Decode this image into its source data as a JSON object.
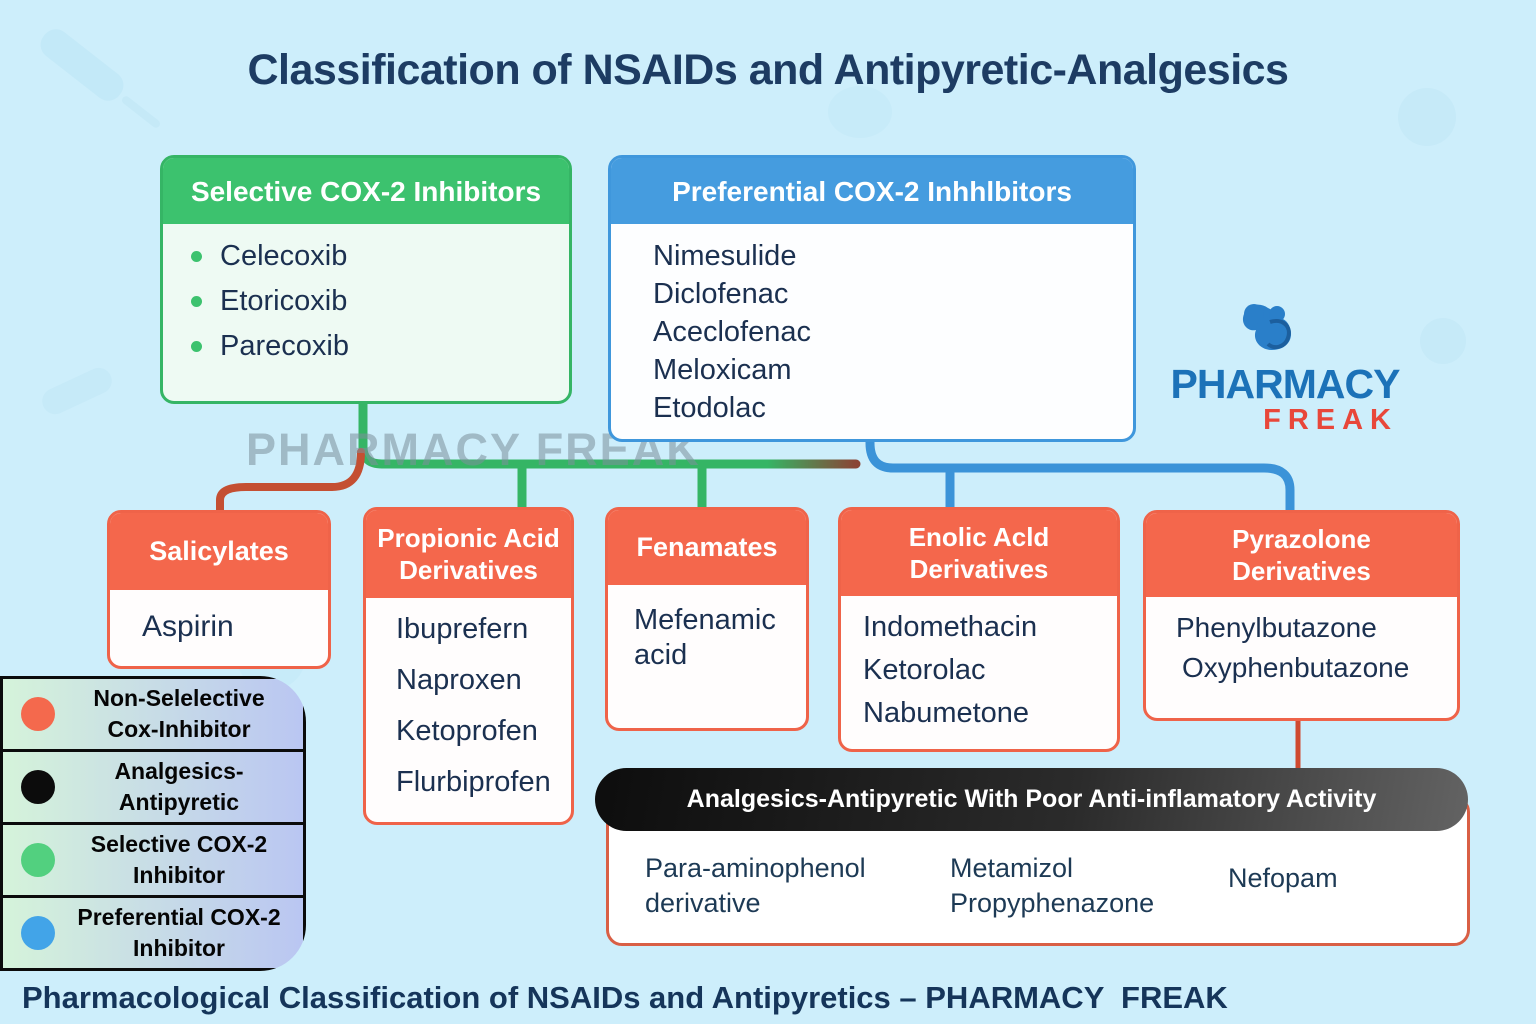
{
  "title": "Classification of NSAIDs and Antipyretic-Analgesics",
  "watermark_text": "PHARMACY FREAK",
  "logo": {
    "name": "PHARMACY",
    "sub": "FREAK"
  },
  "selective_box": {
    "header": "Selective COX-2 Inhibitors",
    "items": [
      "Celecoxib",
      "Etoricoxib",
      "Parecoxib"
    ]
  },
  "preferential_box": {
    "header": "Preferential COX-2 Inhhlbitors",
    "items": [
      "Nimesulide",
      "Diclofenac",
      "Aceclofenac",
      "Meloxicam",
      "Etodolac"
    ]
  },
  "class_boxes": [
    {
      "header": "Salicylates",
      "items": [
        "Aspirin"
      ]
    },
    {
      "header": "Propionic Acid Derivatives",
      "items": [
        "Ibuprefern",
        "Naproxen",
        "Ketoprofen",
        "Flurbiprofen"
      ]
    },
    {
      "header": "Fenamates",
      "items": [
        "Mefenamic acid"
      ]
    },
    {
      "header": "Enolic Acld Derivatives",
      "items": [
        "Indomethacin",
        "Ketorolac",
        "Nabumetone"
      ]
    },
    {
      "header": "Pyrazolone Derivatives",
      "items": [
        "Phenylbutazone",
        "Oxyphenbutazone"
      ]
    }
  ],
  "legend": {
    "items": [
      {
        "color": "#f4694d",
        "lines": [
          "Non-Selelective",
          "Cox-Inhibitor"
        ]
      },
      {
        "color": "#0c0c0c",
        "lines": [
          "Analgesics-",
          "Antipyretic"
        ]
      },
      {
        "color": "#52d07f",
        "lines": [
          "Selective COX-2",
          "Inhibitor"
        ]
      },
      {
        "color": "#42a4e8",
        "lines": [
          "Preferential COX-2",
          "Inhibitor"
        ]
      }
    ]
  },
  "analgesic_banner": {
    "label": "Analgesics-Antipyretic With Poor Anti-inflamatory Activity"
  },
  "analgesic_box": {
    "columns": [
      [
        "Para-aminophenol derivative"
      ],
      [
        "Metamizol",
        "Propyphenazone"
      ],
      [
        "Nefopam"
      ]
    ]
  },
  "footer": "Pharmacological Classification of NSAIDs and Antipyretics – PHARMACY  FREAK",
  "colors": {
    "background": "#cdeefb",
    "title_navy": "#1d3c63",
    "selective_green": "#3cc26e",
    "preferential_blue": "#459cdf",
    "nonselective_red": "#f4674c",
    "analgesic_black": "#1a1a1a",
    "logo_blue": "#1c72b8",
    "logo_red": "#e8473a"
  }
}
